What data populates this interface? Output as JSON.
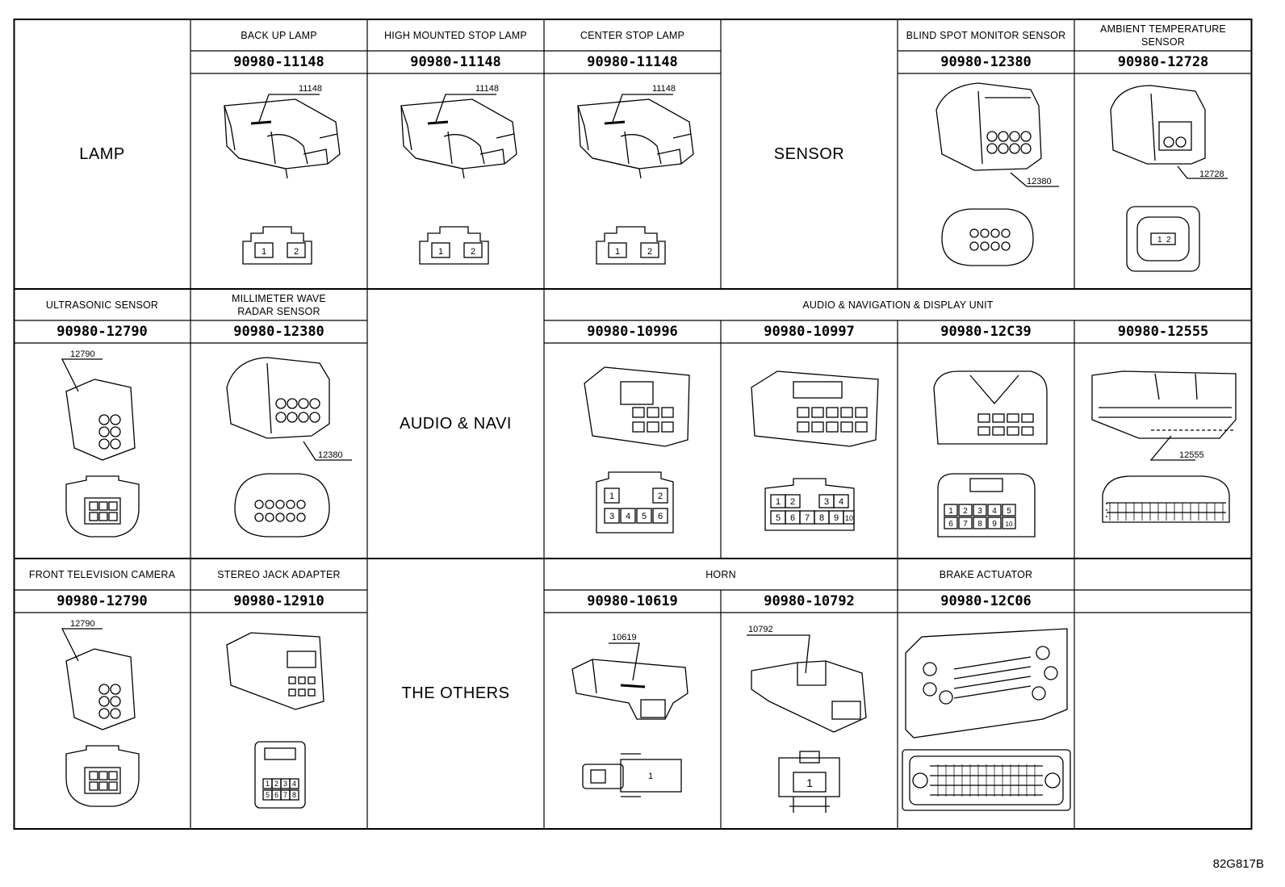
{
  "figure_code": "82G817B",
  "groups": {
    "lamp": "LAMP",
    "sensor": "SENSOR",
    "audio_navi": "AUDIO & NAVI",
    "others": "THE OTHERS"
  },
  "connectors": {
    "back_up_lamp": {
      "name": "BACK UP LAMP",
      "part": "90980-11148",
      "callout": "11148",
      "pins": [
        "1",
        "2"
      ]
    },
    "high_mounted_stop": {
      "name": "HIGH MOUNTED STOP LAMP",
      "part": "90980-11148",
      "callout": "11148",
      "pins": [
        "1",
        "2"
      ]
    },
    "center_stop": {
      "name": "CENTER STOP LAMP",
      "part": "90980-11148",
      "callout": "11148",
      "pins": [
        "1",
        "2"
      ]
    },
    "blind_spot": {
      "name": "BLIND SPOT MONITOR SENSOR",
      "part": "90980-12380",
      "callout": "12380"
    },
    "ambient_temp": {
      "name": "AMBIENT TEMPERATURE SENSOR",
      "part": "90980-12728",
      "callout": "12728",
      "pins": [
        "1",
        "2"
      ]
    },
    "ultrasonic": {
      "name": "ULTRASONIC SENSOR",
      "part": "90980-12790",
      "callout": "12790"
    },
    "millimeter_wave": {
      "name": "MILLIMETER WAVE RADAR SENSOR",
      "part": "90980-12380",
      "callout": "12380"
    },
    "audio_nav_display": {
      "name": "AUDIO & NAVIGATION & DISPLAY UNIT"
    },
    "an_10996": {
      "part": "90980-10996",
      "pins": [
        "1",
        "2",
        "3",
        "4",
        "5",
        "6"
      ]
    },
    "an_10997": {
      "part": "90980-10997",
      "pins": [
        "1",
        "2",
        "3",
        "4",
        "5",
        "6",
        "7",
        "8",
        "9",
        "10"
      ]
    },
    "an_12c39": {
      "part": "90980-12C39",
      "pins": [
        "1",
        "2",
        "3",
        "4",
        "5",
        "6",
        "7",
        "8",
        "9",
        "10"
      ]
    },
    "an_12555": {
      "part": "90980-12555",
      "callout": "12555"
    },
    "front_tv_camera": {
      "name": "FRONT TELEVISION CAMERA",
      "part": "90980-12790",
      "callout": "12790"
    },
    "stereo_jack": {
      "name": "STEREO JACK ADAPTER",
      "part": "90980-12910",
      "pins": [
        "1",
        "2",
        "3",
        "4",
        "5",
        "6",
        "7",
        "8"
      ]
    },
    "horn": {
      "name": "HORN"
    },
    "horn_10619": {
      "part": "90980-10619",
      "callout": "10619",
      "pins": [
        "1"
      ]
    },
    "horn_10792": {
      "part": "90980-10792",
      "callout": "10792",
      "pins": [
        "1"
      ]
    },
    "brake_actuator": {
      "name": "BRAKE ACTUATOR",
      "part": "90980-12C06"
    }
  },
  "colors": {
    "line": "#000000",
    "background": "#ffffff"
  }
}
